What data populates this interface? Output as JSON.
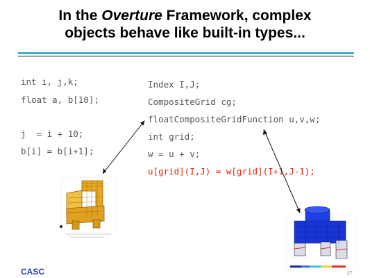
{
  "slide": {
    "title_part1": "In the ",
    "title_italic": "Overture",
    "title_part2": " Framework, complex",
    "title_line2": "objects behave like built-in types...",
    "left_code": [
      "int i, j,k;",
      "float a, b[10];",
      "j  = i + 10;",
      "b[i] = b[i+1];"
    ],
    "right_code": [
      "Index I,J;",
      "CompositeGrid cg;",
      "floatCompositeGridFunction u,v,w;",
      "int grid;",
      "w = u + v;",
      "u[grid](I,J) = w[grid](I+1,J-1);"
    ],
    "footer": "CASC",
    "page_number": "27"
  },
  "colors": {
    "accent_rule": "#39b5c7",
    "highlight_code": "#e8200a",
    "footer": "#1e40c8"
  }
}
